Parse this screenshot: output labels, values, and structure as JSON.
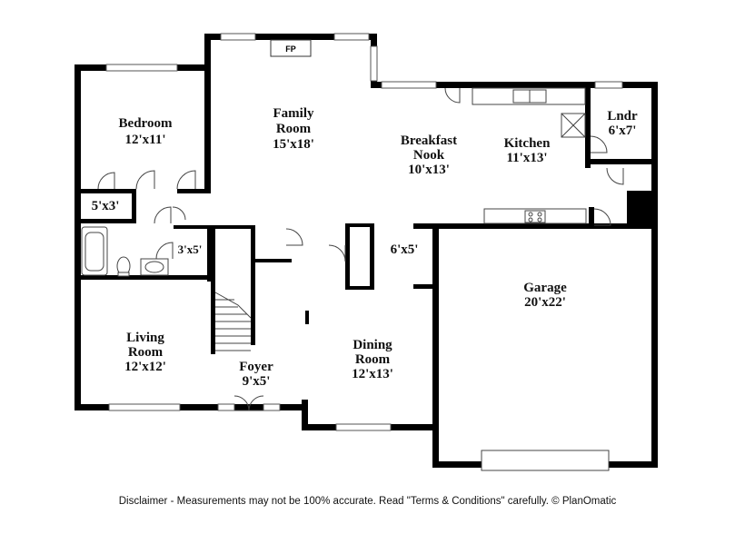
{
  "rooms": [
    {
      "id": "bedroom",
      "name": "Bedroom",
      "dims": "12'x11'"
    },
    {
      "id": "family-room",
      "name_lines": [
        "Family",
        "Room"
      ],
      "dims": "15'x18'"
    },
    {
      "id": "breakfast-nook",
      "name_lines": [
        "Breakfast",
        "Nook"
      ],
      "dims": "10'x13'"
    },
    {
      "id": "kitchen",
      "name": "Kitchen",
      "dims": "11'x13'"
    },
    {
      "id": "laundry",
      "name": "Lndr",
      "dims": "6'x7'"
    },
    {
      "id": "closet-a",
      "dims": "5'x3'"
    },
    {
      "id": "bath",
      "dims": "3'x5'"
    },
    {
      "id": "hall",
      "dims": "6'x5'"
    },
    {
      "id": "garage",
      "name": "Garage",
      "dims": "20'x22'"
    },
    {
      "id": "living-room",
      "name_lines": [
        "Living",
        "Room"
      ],
      "dims": "12'x12'"
    },
    {
      "id": "foyer",
      "name": "Foyer",
      "dims": "9'x5'"
    },
    {
      "id": "dining-room",
      "name_lines": [
        "Dining",
        "Room"
      ],
      "dims": "12'x13'"
    }
  ],
  "fixtures": {
    "fireplace": "FP"
  },
  "disclaimer": "Disclaimer - Measurements may not be 100% accurate. Read \"Terms & Conditions\" carefully. © PlanOmatic"
}
